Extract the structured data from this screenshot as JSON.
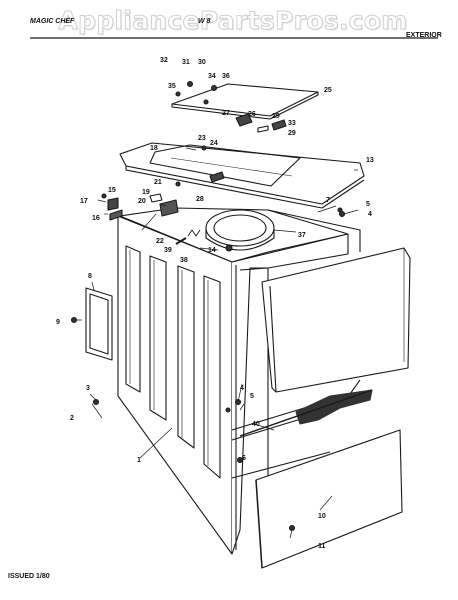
{
  "watermark": "AppliancePartsPros.com",
  "header": {
    "brand": "MAGIC CHEF",
    "model": "W 8",
    "section": "EXTERIOR"
  },
  "footer": {
    "issued": "ISSUED 1/80"
  },
  "part_numbers": [
    "1",
    "2",
    "3",
    "4",
    "5",
    "6",
    "7",
    "8",
    "9",
    "10",
    "11",
    "13",
    "14",
    "15",
    "16",
    "17",
    "18",
    "19",
    "20",
    "21",
    "22",
    "23",
    "24",
    "25",
    "26",
    "27",
    "28",
    "29",
    "30",
    "31",
    "32",
    "33",
    "34",
    "35",
    "36",
    "37",
    "38",
    "39",
    "40"
  ],
  "colors": {
    "ink": "#1a1a1a",
    "shade": "#555555",
    "watermark": "#c9c9c9"
  }
}
